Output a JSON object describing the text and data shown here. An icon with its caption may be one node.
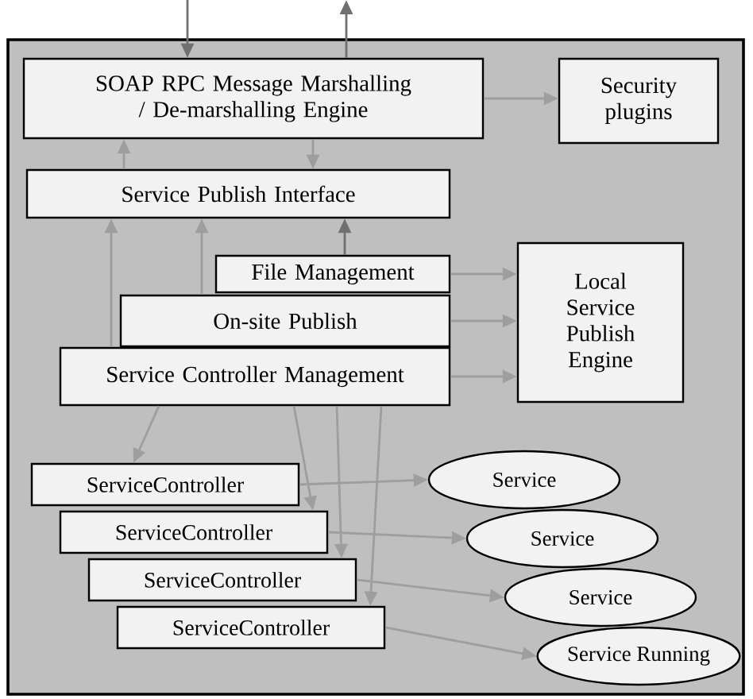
{
  "diagram": {
    "nodes": [
      {
        "text": [
          "SOAP RPC Message Marshalling / De-marshalling Engine"
        ]
      },
      {
        "text": [
          "Security plugins"
        ]
      },
      {
        "text": [
          "Service Publish Interface"
        ]
      },
      {
        "text": [
          "File Management"
        ]
      },
      {
        "text": [
          "On-site Publish"
        ]
      },
      {
        "text": [
          "Service Controller Management"
        ]
      },
      {
        "text": [
          "Local Service Publish Engine"
        ]
      },
      {
        "text": [
          "ServiceController"
        ]
      },
      {
        "text": [
          "ServiceController"
        ]
      },
      {
        "text": [
          "ServiceController"
        ]
      },
      {
        "text": [
          "ServiceController"
        ]
      },
      {
        "text": [
          "Service"
        ]
      },
      {
        "text": [
          "Service"
        ]
      },
      {
        "text": [
          "Service"
        ]
      },
      {
        "text": [
          "Service Running"
        ]
      }
    ],
    "edges": [
      {
        "from": null,
        "to": 0,
        "arrow": "to",
        "color": "#707070"
      },
      {
        "from": 0,
        "to": null,
        "arrow": "to",
        "color": "#707070"
      },
      {
        "from": 0,
        "to": 1,
        "arrow": "to"
      },
      {
        "from": 0,
        "to": 2,
        "arrow": "to"
      },
      {
        "from": 2,
        "to": 0,
        "arrow": "to"
      },
      {
        "from": 5,
        "to": 2,
        "arrow": "to"
      },
      {
        "from": 4,
        "to": 2,
        "arrow": "to"
      },
      {
        "from": 3,
        "to": 2,
        "arrow": "to",
        "color": "#707070"
      },
      {
        "from": 3,
        "to": 6,
        "arrow": "to"
      },
      {
        "from": 4,
        "to": 6,
        "arrow": "to"
      },
      {
        "from": 5,
        "to": 6,
        "arrow": "to"
      },
      {
        "from": 5,
        "to": 7,
        "arrow": "to"
      },
      {
        "from": 5,
        "to": 8,
        "arrow": "to"
      },
      {
        "from": 5,
        "to": 9,
        "arrow": "to"
      },
      {
        "from": 5,
        "to": 10,
        "arrow": "to"
      },
      {
        "from": 7,
        "to": 11,
        "arrow": "to"
      },
      {
        "from": 8,
        "to": 12,
        "arrow": "to"
      },
      {
        "from": 9,
        "to": 13,
        "arrow": "to"
      },
      {
        "from": 10,
        "to": 14,
        "arrow": "to"
      }
    ]
  }
}
